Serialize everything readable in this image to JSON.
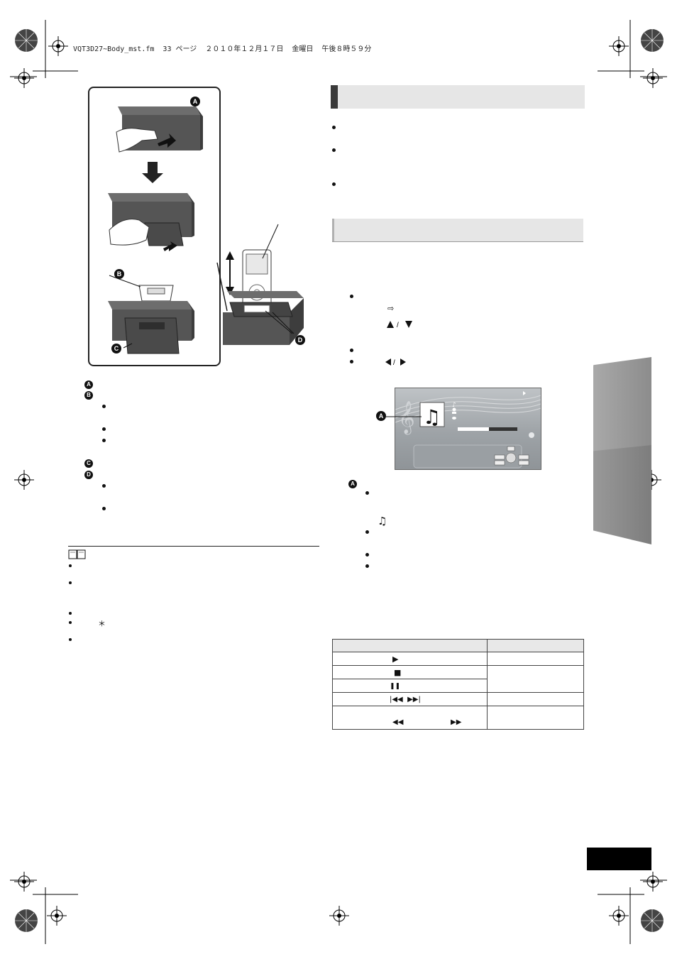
{
  "header": {
    "file_line": "VQT3D27~Body_mst.fm  33 ページ  ２０１０年１２月１７日  金曜日  午後８時５９分"
  },
  "callouts": {
    "a": "A",
    "b": "B",
    "c": "C",
    "d": "D"
  },
  "notes": {
    "asterisk": "＊"
  },
  "screen": {
    "callout": "A"
  },
  "table": {
    "rows": [
      {
        "glyphs": "▶"
      },
      {
        "glyphs": "■"
      },
      {
        "glyphs": "❚❚"
      },
      {
        "glyphs": "|◀◀  ▶▶|"
      },
      {
        "glyphs_left": "◀◀",
        "glyphs_right": "▶▶"
      }
    ]
  },
  "colors": {
    "section_bar": "#e6e6e6",
    "section_edge": "#3a3a3a",
    "side_tab": "#9a9a9a",
    "page_box": "#000000"
  }
}
